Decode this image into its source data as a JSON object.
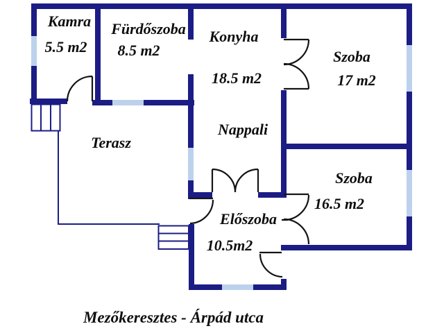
{
  "plan": {
    "title": "Mezőkeresztes - Árpád utca",
    "rooms": {
      "kamra": {
        "name": "Kamra",
        "area": "5.5 m2"
      },
      "furdoszoba": {
        "name": "Fürdőszoba",
        "area": "8.5 m2"
      },
      "konyha": {
        "name": "Konyha",
        "area": "18.5 m2"
      },
      "szoba17": {
        "name": "Szoba",
        "area": "17 m2"
      },
      "nappali": {
        "name": "Nappali"
      },
      "terasz": {
        "name": "Terasz"
      },
      "szoba165": {
        "name": "Szoba",
        "area": "16.5 m2"
      },
      "eloszoba": {
        "name": "Előszoba",
        "area": "10.5m2"
      }
    },
    "colors": {
      "wall": "#1c1c85",
      "window": "#bcd2ec",
      "door": "#141414",
      "text": "#0e0e0e",
      "background": "#ffffff"
    }
  }
}
